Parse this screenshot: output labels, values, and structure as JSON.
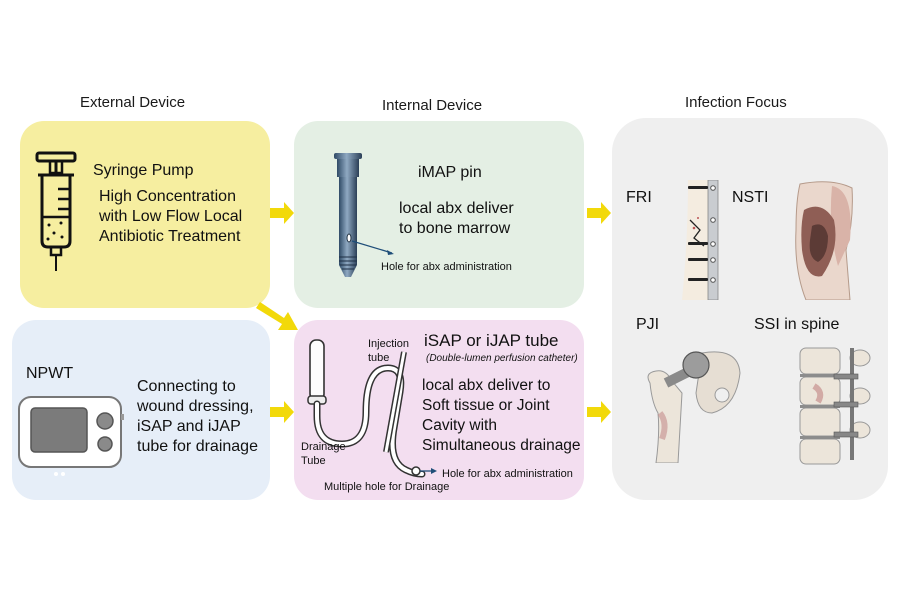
{
  "headers": {
    "external": "External Device",
    "internal": "Internal Device",
    "infection": "Infection Focus"
  },
  "syringe_box": {
    "icon": "syringe-icon",
    "title": "Syringe Pump",
    "lines": [
      "High Concentration",
      "with Low Flow Local",
      "Antibiotic Treatment"
    ]
  },
  "npwt_box": {
    "icon": "npwt-device-icon",
    "title": "NPWT",
    "lines": [
      "Connecting to",
      "wound dressing,",
      "iSAP and iJAP",
      "tube for drainage"
    ]
  },
  "imap_box": {
    "icon": "imap-pin-icon",
    "title": "iMAP pin",
    "lines": [
      "local abx deliver",
      "to bone marrow"
    ],
    "annotation": "Hole for abx administration"
  },
  "tube_box": {
    "icon": "catheter-tube-icon",
    "title": "iSAP or iJAP tube",
    "subtitle": "(Double-lumen perfusion catheter)",
    "lines": [
      "local abx deliver to",
      "Soft tissue or Joint",
      "Cavity with",
      "Simultaneous drainage"
    ],
    "label_injection": [
      "Injection",
      "tube"
    ],
    "label_drainage": [
      "Drainage",
      "Tube"
    ],
    "annotation_hole": "Hole for abx administration",
    "annotation_drain": "Multiple hole for Drainage"
  },
  "infection_box": {
    "items": [
      {
        "label": "FRI",
        "icon": "fracture-plate-icon"
      },
      {
        "label": "NSTI",
        "icon": "soft-tissue-wound-icon"
      },
      {
        "label": "PJI",
        "icon": "hip-prosthesis-icon"
      },
      {
        "label": "SSI in spine",
        "icon": "spine-fixation-icon"
      }
    ]
  },
  "colors": {
    "arrow": "#f2d90a",
    "external_box": "#f6eea0",
    "internal_box": "#e4efe4",
    "tube_box": "#f3def0",
    "npwt_box": "#e6eef8",
    "infection_box": "#efefef"
  }
}
